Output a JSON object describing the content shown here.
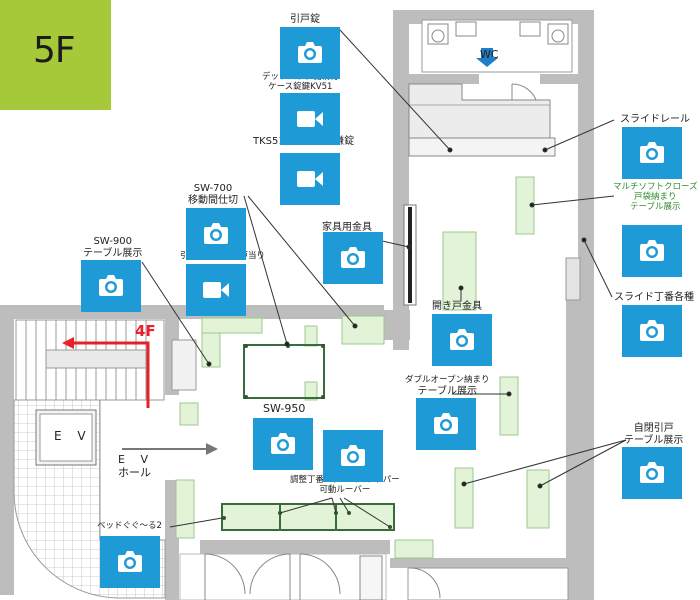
{
  "floor": {
    "label": "5F"
  },
  "map_text": {
    "wc": "WC",
    "four_f": "4F",
    "ev": "E V",
    "ev_hall_line1": "E V",
    "ev_hall_line2": "ホール"
  },
  "labels": {
    "hikido_jo": "引戸錠",
    "deadlock_line1": "デッドロック機構付",
    "deadlock_line2": "ケース錠鍵KV51",
    "tks51": "TKS51チューブラ鎌錠",
    "sw700_line1": "SW-700",
    "sw700_line2": "移動間仕切",
    "sw900_line1": "SW-900",
    "sw900_line2": "テーブル展示",
    "hikinokoshi": "引き残し用可動戸当り",
    "kagu": "家具用金具",
    "hirakido": "開き戸金具",
    "double_open_line1": "ダブルオープン納まり",
    "double_open_line2": "テーブル展示",
    "sw950": "SW-950",
    "chosei_line1": "調整丁番・アームストッパー",
    "chosei_line2": "可動ルーバー",
    "bed": "ベッドぐぐ～る2",
    "slide_rail": "スライドレール",
    "multi_line1": "マルチソフトクローズ",
    "multi_line2": "戸袋納まり",
    "multi_line3": "テーブル展示",
    "slide_chouban": "スライド丁番各種",
    "jihei_line1": "自閉引戸",
    "jihei_line2": "テーブル展示"
  },
  "buttons": [
    {
      "id": "hikido-jo",
      "icon": "camera-icon"
    },
    {
      "id": "deadlock-kv51",
      "icon": "video-icon"
    },
    {
      "id": "tks51",
      "icon": "video-icon"
    },
    {
      "id": "sw-700",
      "icon": "camera-icon"
    },
    {
      "id": "sw-900",
      "icon": "camera-icon"
    },
    {
      "id": "hikinokoshi-todomari",
      "icon": "video-icon"
    },
    {
      "id": "kagu-kanagu",
      "icon": "camera-icon"
    },
    {
      "id": "hirakido-kanagu",
      "icon": "camera-icon"
    },
    {
      "id": "double-open",
      "icon": "camera-icon"
    },
    {
      "id": "sw-950",
      "icon": "camera-icon"
    },
    {
      "id": "chosei-chouban",
      "icon": "camera-icon"
    },
    {
      "id": "bed-guguru2",
      "icon": "camera-icon"
    },
    {
      "id": "slide-rail",
      "icon": "camera-icon"
    },
    {
      "id": "multi-soft-close",
      "icon": "camera-icon"
    },
    {
      "id": "slide-chouban",
      "icon": "camera-icon"
    },
    {
      "id": "jihei-hikido",
      "icon": "camera-icon"
    }
  ],
  "colors": {
    "badge": "#a6c93a",
    "button": "#1e9ad6",
    "wall": "#bdbdbd",
    "display_table": "#e2f3d7",
    "display_table_border": "#9cc88c",
    "arrow_red": "#e8202a",
    "arrow_gray": "#777777",
    "wc_arrow": "#1e7fc8",
    "green_text": "#2f8b2f"
  }
}
